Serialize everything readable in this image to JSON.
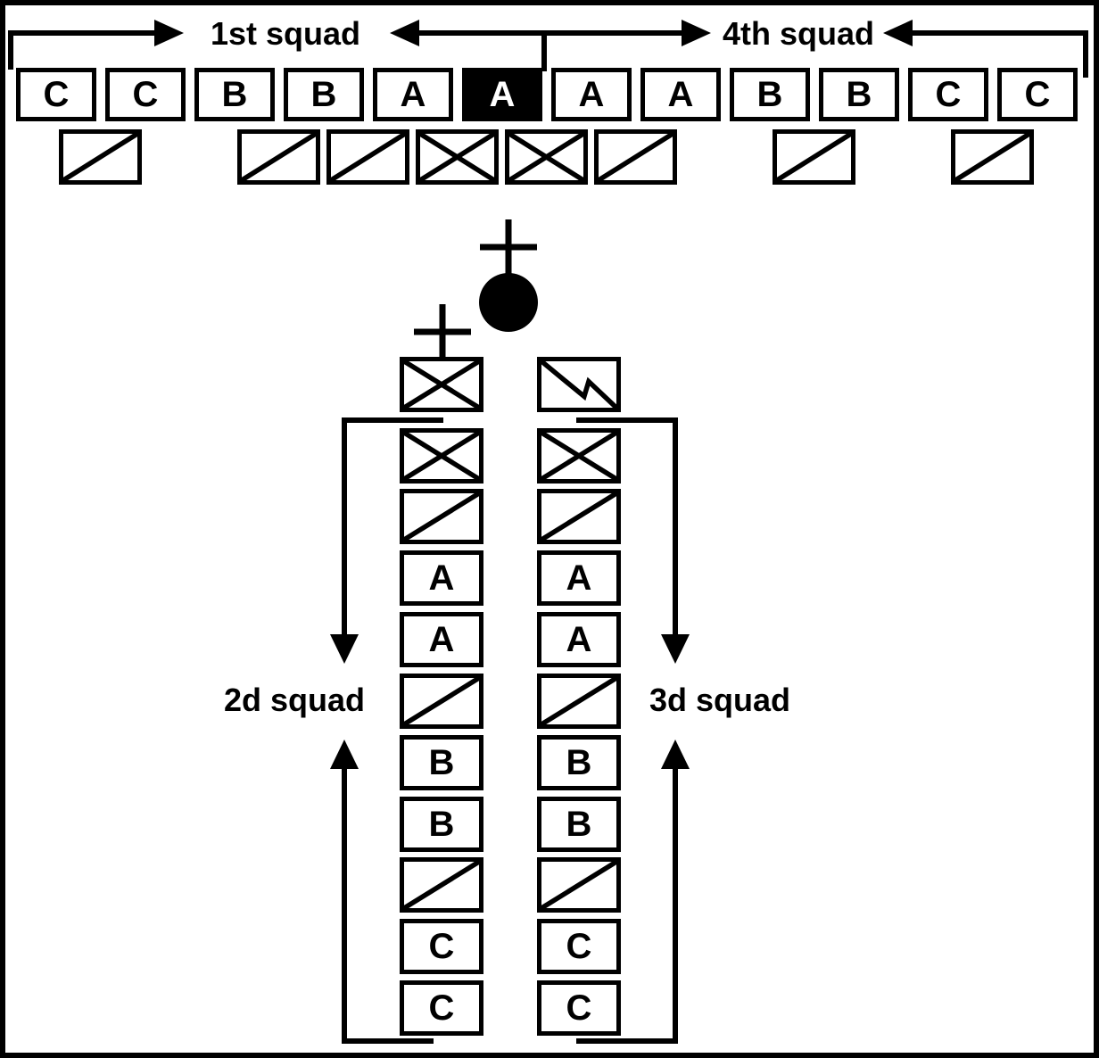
{
  "labels": {
    "squad1": "1st squad",
    "squad2": "2d squad",
    "squad3": "3d squad",
    "squad4": "4th squad"
  },
  "colors": {
    "ink": "#000000",
    "background": "#ffffff"
  },
  "front_line": {
    "units": [
      {
        "label": "C",
        "filled": false
      },
      {
        "label": "C",
        "filled": false
      },
      {
        "label": "B",
        "filled": false
      },
      {
        "label": "B",
        "filled": false
      },
      {
        "label": "A",
        "filled": false
      },
      {
        "label": "A",
        "filled": true
      },
      {
        "label": "A",
        "filled": false
      },
      {
        "label": "A",
        "filled": false
      },
      {
        "label": "B",
        "filled": false
      },
      {
        "label": "B",
        "filled": false
      },
      {
        "label": "C",
        "filled": false
      },
      {
        "label": "C",
        "filled": false
      }
    ],
    "team_leaders": [
      {
        "symbol": "slash"
      },
      {
        "symbol": "slash"
      },
      {
        "symbol": "slash"
      },
      {
        "symbol": "x"
      },
      {
        "symbol": "x"
      },
      {
        "symbol": "slash"
      },
      {
        "symbol": "slash"
      },
      {
        "symbol": "slash"
      }
    ]
  },
  "command_symbols": [
    {
      "symbol": "cross"
    },
    {
      "symbol": "filled-circle"
    },
    {
      "symbol": "cross"
    }
  ],
  "columns": {
    "left": {
      "units": [
        {
          "symbol": "x"
        },
        {
          "symbol": "x"
        },
        {
          "symbol": "slash"
        },
        {
          "label": "A"
        },
        {
          "label": "A"
        },
        {
          "symbol": "slash"
        },
        {
          "label": "B"
        },
        {
          "label": "B"
        },
        {
          "symbol": "slash"
        },
        {
          "label": "C"
        },
        {
          "label": "C"
        }
      ]
    },
    "right": {
      "units": [
        {
          "symbol": "lightning"
        },
        {
          "symbol": "x"
        },
        {
          "symbol": "slash"
        },
        {
          "label": "A"
        },
        {
          "label": "A"
        },
        {
          "symbol": "slash"
        },
        {
          "label": "B"
        },
        {
          "label": "B"
        },
        {
          "symbol": "slash"
        },
        {
          "label": "C"
        },
        {
          "label": "C"
        }
      ]
    }
  }
}
